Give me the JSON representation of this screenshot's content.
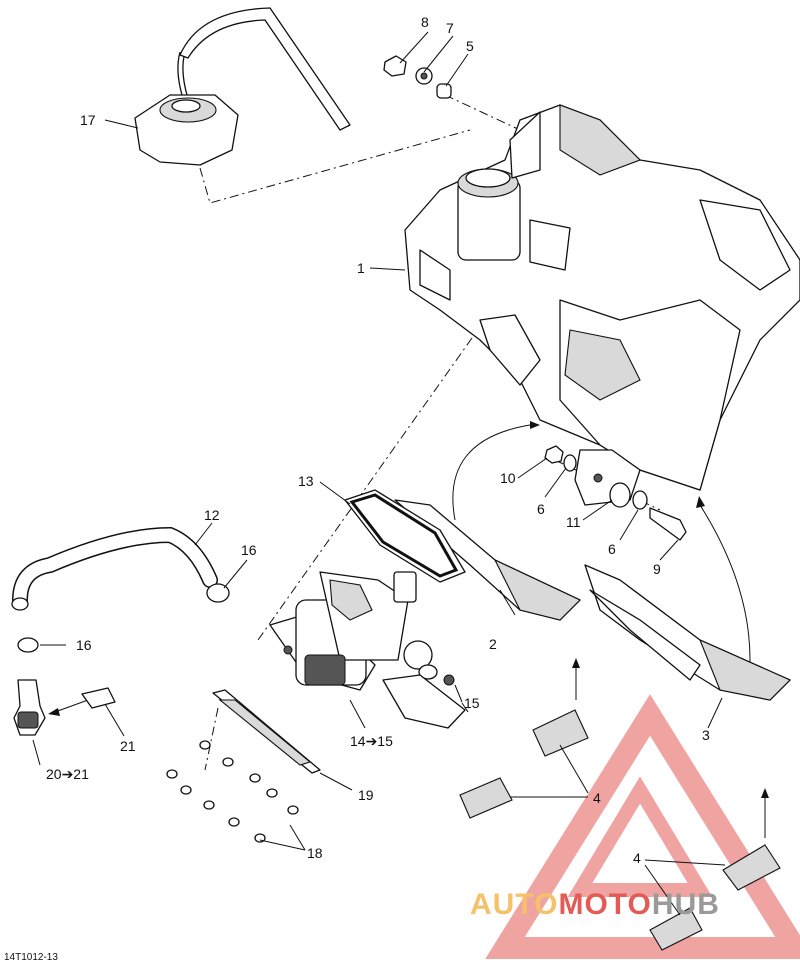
{
  "diagram": {
    "reference_code": "14T1012-13",
    "callouts": {
      "c1": "1",
      "c2": "2",
      "c3": "3",
      "c4a": "4",
      "c4b": "4",
      "c5": "5",
      "c6a": "6",
      "c6b": "6",
      "c7": "7",
      "c8": "8",
      "c9": "9",
      "c10": "10",
      "c11": "11",
      "c12": "12",
      "c13": "13",
      "c14": "14➔15",
      "c15": "15",
      "c16a": "16",
      "c16b": "16",
      "c17": "17",
      "c18": "18",
      "c19": "19",
      "c20": "20➔21",
      "c21": "21"
    }
  },
  "watermark": {
    "part1": "AUTO",
    "part2": "MOTO",
    "part3": "HUB",
    "colors": {
      "gold": "#f5c26b",
      "red": "#e45a55",
      "gray": "#9a9a9a"
    }
  }
}
